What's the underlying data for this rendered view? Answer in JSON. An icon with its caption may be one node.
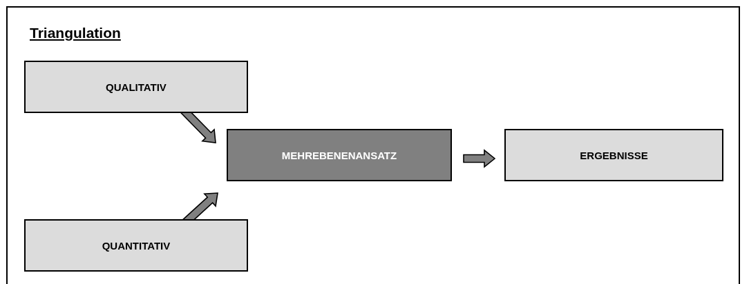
{
  "diagram": {
    "title": "Triangulation",
    "nodes": [
      {
        "text": [
          "QUALITATIV"
        ]
      },
      {
        "text": [
          "MEHREBENENANSATZ"
        ]
      },
      {
        "text": [
          "ERGEBNISSE"
        ]
      },
      {
        "text": [
          "QUANTITATIV"
        ]
      }
    ],
    "edges": [
      {
        "from": 0,
        "to": 1,
        "arrow": "to",
        "style": "thick"
      },
      {
        "from": 3,
        "to": 1,
        "arrow": "to",
        "style": "thick"
      },
      {
        "from": 1,
        "to": 2,
        "arrow": "to",
        "style": "thick"
      }
    ]
  }
}
